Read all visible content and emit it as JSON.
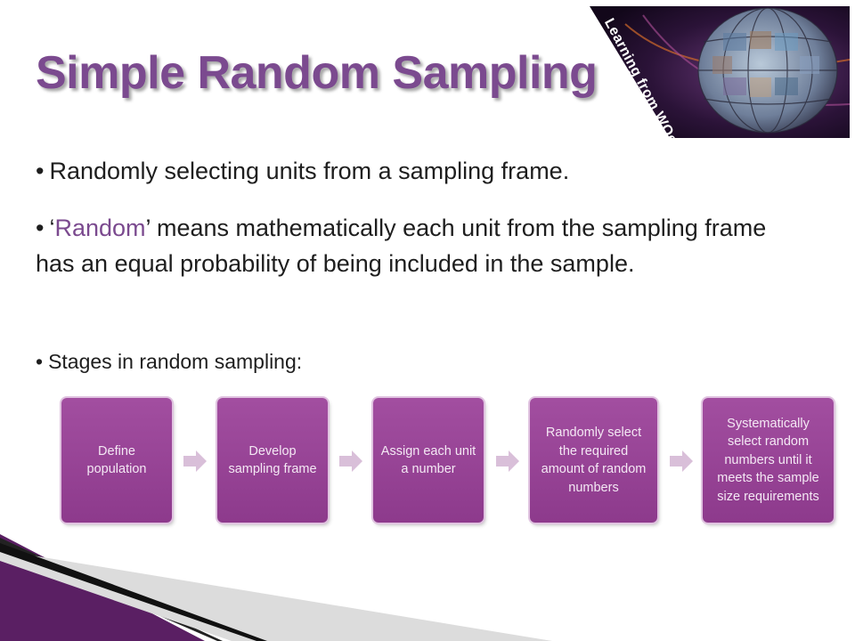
{
  "slide": {
    "title": "Simple Random Sampling",
    "bullets": {
      "first": "Randomly selecting units from a sampling frame.",
      "second_quote_open": "‘",
      "second_accent": "Random",
      "second_rest": "’ means mathematically each unit from the sampling frame has an equal probability of being included in the sample.",
      "third": "Stages in random sampling:"
    },
    "bullet_marker": "•"
  },
  "stages": [
    {
      "label": "Define population"
    },
    {
      "label": "Develop sampling frame"
    },
    {
      "label": "Assign each unit a number"
    },
    {
      "label": "Randomly select the required amount of random numbers"
    },
    {
      "label": "Systematically select random numbers until it meets the sample size requirements"
    }
  ],
  "logo": {
    "text": "Learning from WOeRK"
  },
  "colors": {
    "title": "#7b4a8f",
    "stage_fill": "#963f95",
    "arrow": "#d9bfd9",
    "logo_bg": "#3b1f4f"
  }
}
